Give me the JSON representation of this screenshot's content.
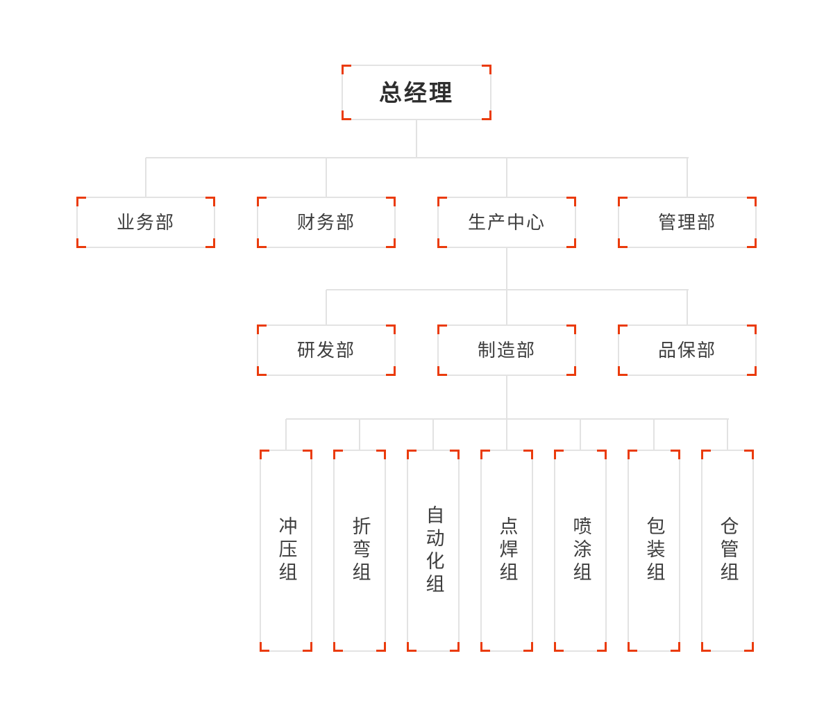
{
  "colors": {
    "accent": "#ea3b0c",
    "line": "#e2e2e2",
    "box_border": "#e3e3e3",
    "text": "#3d3d3d",
    "root_text": "#2e2e2e",
    "background": "#ffffff"
  },
  "org": {
    "root": {
      "label": "总经理",
      "children": [
        {
          "label": "业务部"
        },
        {
          "label": "财务部"
        },
        {
          "label": "生产中心",
          "children": [
            {
              "label": "研发部"
            },
            {
              "label": "制造部",
              "children": [
                {
                  "label": "冲压组"
                },
                {
                  "label": "折弯组"
                },
                {
                  "label": "自动化组"
                },
                {
                  "label": "点焊组"
                },
                {
                  "label": "喷涂组"
                },
                {
                  "label": "包装组"
                },
                {
                  "label": "仓管组"
                }
              ]
            },
            {
              "label": "品保部"
            }
          ]
        },
        {
          "label": "管理部"
        }
      ]
    }
  }
}
